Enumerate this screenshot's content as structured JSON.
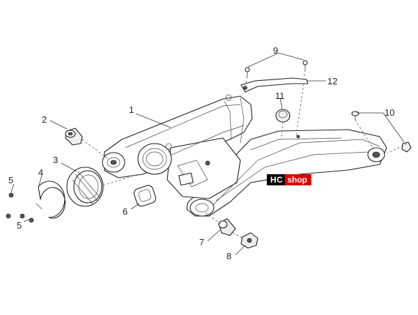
{
  "callouts": {
    "c1": "1",
    "c2": "2",
    "c3": "3",
    "c4": "4",
    "c5a": "5",
    "c5b": "5",
    "c6": "6",
    "c7": "7",
    "c8": "8",
    "c9": "9",
    "c10": "10",
    "c11": "11",
    "c12": "12"
  },
  "watermark": {
    "part1": "HC",
    "part2": "shop",
    "color1": "#000000",
    "color2": "#e00000"
  }
}
